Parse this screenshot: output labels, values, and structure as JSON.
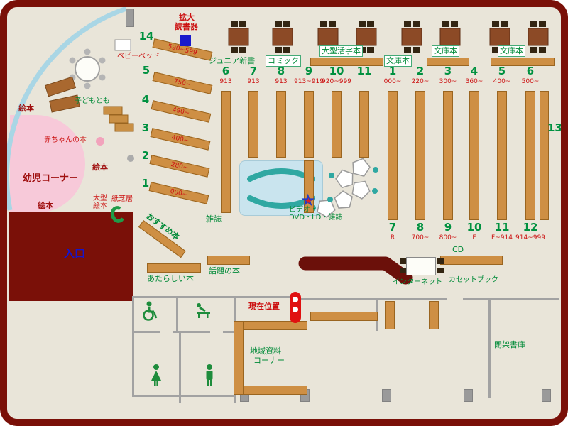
{
  "colors": {
    "frame": "#7A1008",
    "floor": "#E9E5D9",
    "shelf_tan": "#CE8F44",
    "label_green": "#008A38",
    "number_green": "#009140",
    "range_red": "#CC1111",
    "dark_red_label": "#A01010",
    "entrance_blue": "#1515CC",
    "window_blue": "#A9D6E5",
    "toddler_pink": "#F7C9D9",
    "sofa_teal": "#2FA8A2",
    "marker_red": "#E01010",
    "marker_star_blue": "#1F3BC8"
  },
  "area_labels": {
    "magnifier_reader_l1": "拡大",
    "magnifier_reader_l2": "読書器",
    "baby_bed": "ベビーベッド",
    "kodomo_no_tomo": "子どもとも",
    "picture_books_1": "絵本",
    "picture_books_2": "絵本",
    "picture_books_3": "絵本",
    "baby_books": "赤ちゃんの本",
    "toddler_corner": "幼児コーナー",
    "large_picture_books_l1": "大型",
    "large_picture_books_l2": "絵本",
    "kamishibai": "紙芝居",
    "entrance": "入口",
    "recommended_books": "おすすめ本",
    "magazines": "雑誌",
    "av_corner_l1": "ビデオ・",
    "av_corner_l2": "DVD・LD・雑誌",
    "new_books": "あたらしい本",
    "topical_books": "話題の本",
    "current_location": "現在位置",
    "internet": "インターネット",
    "cd": "CD",
    "cassette_books": "カセットブック",
    "regional_corner_l1": "地域資料",
    "regional_corner_l2": "コーナー",
    "closed_stacks": "閉架書庫",
    "wall_shelf_number": "13"
  },
  "section_labels": [
    "ジュニア新書",
    "コミック",
    "大型活字本",
    "文庫本",
    "文庫本",
    "文庫本"
  ],
  "fan_shelves": [
    {
      "num": "14",
      "range": "590~599"
    },
    {
      "num": "5",
      "range": "750~"
    },
    {
      "num": "4",
      "range": "490~"
    },
    {
      "num": "3",
      "range": "400~"
    },
    {
      "num": "2",
      "range": "280~"
    },
    {
      "num": "1",
      "range": "000~"
    }
  ],
  "aisles_top_left": [
    {
      "num": "6",
      "range": "913"
    },
    {
      "num": "7",
      "range": "913"
    },
    {
      "num": "8",
      "range": "913"
    },
    {
      "num": "9",
      "range": "913~919"
    },
    {
      "num": "10",
      "range": "920~999"
    },
    {
      "num": "11",
      "range": ""
    }
  ],
  "aisles_top_right": [
    {
      "num": "1",
      "range": "000~"
    },
    {
      "num": "2",
      "range": "220~"
    },
    {
      "num": "3",
      "range": "300~"
    },
    {
      "num": "4",
      "range": "360~"
    },
    {
      "num": "5",
      "range": "400~"
    },
    {
      "num": "6",
      "range": "500~"
    }
  ],
  "aisles_bottom": [
    {
      "num": "7",
      "range": "R"
    },
    {
      "num": "8",
      "range": "700~"
    },
    {
      "num": "9",
      "range": "800~"
    },
    {
      "num": "10",
      "range": "F"
    },
    {
      "num": "11",
      "range": "F~914"
    },
    {
      "num": "12",
      "range": "914~999"
    }
  ]
}
